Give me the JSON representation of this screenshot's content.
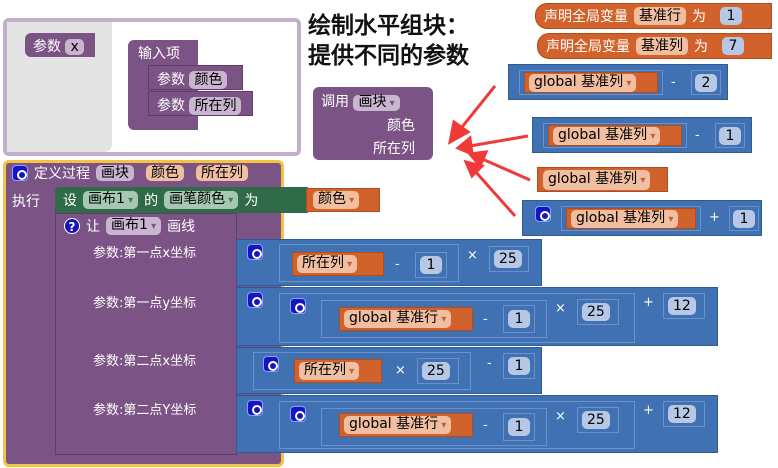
{
  "title": {
    "line1": "绘制水平组块：",
    "line2": "提供不同的参数"
  },
  "comment": {
    "param_label": "参数",
    "param_name": "x",
    "inputs_label": "输入项",
    "items": [
      {
        "label": "参数",
        "name": "颜色"
      },
      {
        "label": "参数",
        "name": "所在列"
      }
    ]
  },
  "globals": [
    {
      "label": "声明全局变量",
      "name": "基准行",
      "to": "为",
      "value": "1"
    },
    {
      "label": "声明全局变量",
      "name": "基准列",
      "to": "为",
      "value": "7"
    }
  ],
  "call": {
    "label": "调用",
    "proc": "画块",
    "arg1": "颜色",
    "arg2": "所在列"
  },
  "options": [
    {
      "var": "global 基准列",
      "op": "-",
      "num": "2"
    },
    {
      "var": "global 基准列",
      "op": "-",
      "num": "1"
    },
    {
      "var": "global 基准列"
    },
    {
      "var": "global 基准列",
      "op": "+",
      "num": "1"
    }
  ],
  "proc": {
    "define": "定义过程",
    "name": "画块",
    "p1": "颜色",
    "p2": "所在列",
    "do": "执行",
    "set": {
      "label": "设",
      "comp": "画布1",
      "of": "的",
      "prop": "画笔颜色",
      "to": "为",
      "val": "颜色"
    },
    "call": {
      "label": "让",
      "comp": "画布1",
      "method": "画线"
    },
    "args": [
      {
        "label": "参数:第一点x坐标",
        "var": "所在列",
        "minus": "-",
        "n1": "1",
        "times": "×",
        "n2": "25"
      },
      {
        "label": "参数:第一点y坐标",
        "var": "global 基准行",
        "minus": "-",
        "n1": "1",
        "times": "×",
        "n2": "25",
        "plus": "+",
        "n3": "12"
      },
      {
        "label": "参数:第二点x坐标",
        "var": "所在列",
        "times": "×",
        "n2": "25",
        "minus": "-",
        "n1": "1"
      },
      {
        "label": "参数:第二点Y坐标",
        "var": "global 基准行",
        "minus": "-",
        "n1": "1",
        "times": "×",
        "n2": "25",
        "plus": "+",
        "n3": "12"
      }
    ]
  }
}
